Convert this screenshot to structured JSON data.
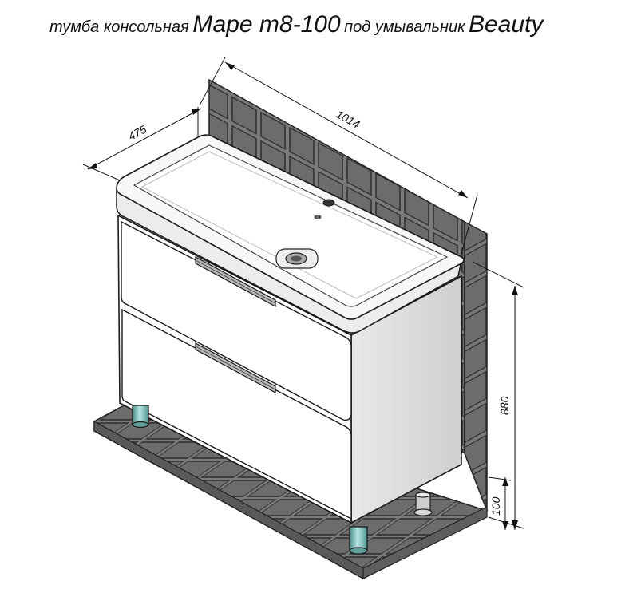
{
  "title": {
    "part1": "тумба консольная",
    "part2": "Маре т8-100",
    "part3": "под умывальник",
    "part4": "Beauty"
  },
  "dimensions": {
    "width": "1014",
    "depth": "475",
    "height": "880",
    "leg_height": "100"
  },
  "colors": {
    "tile": "#7a7a7a",
    "tile_grout": "#3a3a3a",
    "cabinet": "#ffffff",
    "outline": "#1a1a1a",
    "leg": "#7fc3c0"
  }
}
